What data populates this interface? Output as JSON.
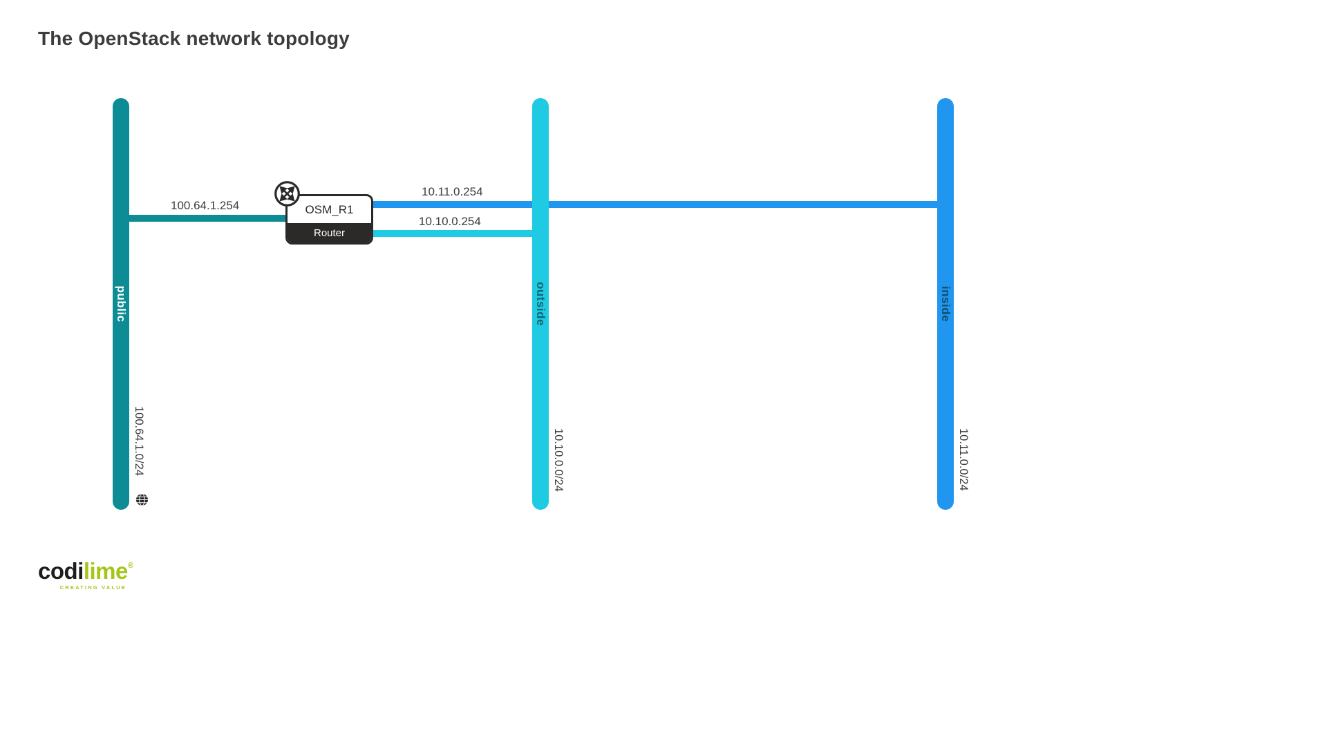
{
  "title": "The OpenStack network topology",
  "router": {
    "name": "OSM_R1",
    "type": "Router"
  },
  "networks": [
    {
      "name": "public",
      "subnet": "100.64.1.0/24",
      "external": true
    },
    {
      "name": "outside",
      "subnet": "10.10.0.0/24",
      "external": false
    },
    {
      "name": "inside",
      "subnet": "10.11.0.0/24",
      "external": false
    }
  ],
  "links": [
    {
      "from": "router",
      "to": "public",
      "ip": "100.64.1.254"
    },
    {
      "from": "router",
      "to": "inside",
      "ip": "10.11.0.254"
    },
    {
      "from": "router",
      "to": "outside",
      "ip": "10.10.0.254"
    }
  ],
  "icons": {
    "router": "router-crossed-arrows-icon",
    "external_network": "globe-icon"
  },
  "logo": {
    "text_dark": "codi",
    "text_green": "lime",
    "registered": "®",
    "tagline": "CREATING VALUE"
  },
  "colors": {
    "public": "#0d8c96",
    "outside": "#1fcbe2",
    "inside": "#2196f0",
    "public-label": "#ffffff",
    "outside-label": "#136472",
    "inside-label": "#114e66",
    "ink": "#2b2a29",
    "text": "#3c3c3b",
    "lime": "#a4c618"
  }
}
